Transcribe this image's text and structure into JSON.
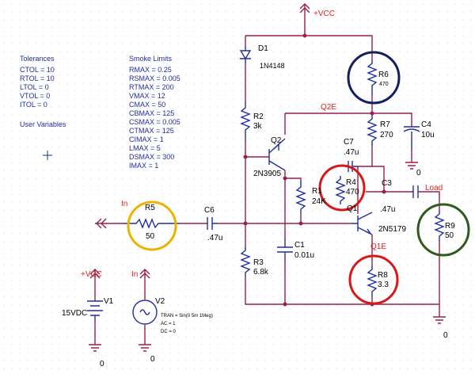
{
  "nets": {
    "vcc_top": "+VCC",
    "q2e": "Q2E",
    "q1e": "Q1E",
    "load": "Load",
    "in": "In",
    "vcc_source": "+VCC",
    "in_source": "In"
  },
  "ground_labels": [
    "0",
    "0",
    "0",
    "0"
  ],
  "components": {
    "d1": {
      "ref": "D1",
      "value": "1N4148"
    },
    "r6": {
      "ref": "R6",
      "value": "470"
    },
    "r2": {
      "ref": "R2",
      "value": "3k"
    },
    "r7": {
      "ref": "R7",
      "value": "270"
    },
    "c4": {
      "ref": "C4",
      "value": "10u"
    },
    "q2": {
      "ref": "Q2",
      "value": "2N3905"
    },
    "c7": {
      "ref": "C7",
      "value": ".47u"
    },
    "r1": {
      "ref": "R1",
      "value": "24K"
    },
    "r4": {
      "ref": "R4",
      "value": "470"
    },
    "c3": {
      "ref": "C3",
      "value": ".47u"
    },
    "q1": {
      "ref": "Q1",
      "value": "2N5179"
    },
    "r5": {
      "ref": "R5",
      "value": "50"
    },
    "c6": {
      "ref": "C6",
      "value": ".47u"
    },
    "r9": {
      "ref": "R9",
      "value": "50"
    },
    "c1": {
      "ref": "C1",
      "value": "0.01u"
    },
    "r3": {
      "ref": "R3",
      "value": "6.8k"
    },
    "r8": {
      "ref": "R8",
      "value": "3.3"
    },
    "v1": {
      "ref": "V1",
      "value": "15VDC"
    },
    "v2": {
      "ref": "V2",
      "attrs": [
        "TRAN = Sin(0 5m 1Meg)",
        "AC = 1",
        "DC = 0"
      ]
    }
  },
  "tolerances": {
    "title": "Tolerances",
    "items": [
      "CTOL = 10",
      "RTOL = 10",
      "LTOL = 0",
      "VTOL = 0",
      "ITOL = 0"
    ]
  },
  "user_variables": {
    "title": "User Variables"
  },
  "smoke_limits": {
    "title": "Smoke Limits",
    "items": [
      "RMAX = 0.25",
      "RSMAX = 0.005",
      "RTMAX = 200",
      "VMAX = 12",
      "CMAX = 50",
      "CBMAX = 125",
      "CSMAX = 0.005",
      "CTMAX = 125",
      "CIMAX = 1",
      "LMAX = 5",
      "DSMAX = 300",
      "IMAX = 1"
    ]
  },
  "highlight_colors": {
    "r6": "#14205e",
    "r4": "#d81818",
    "r8": "#d81818",
    "r5": "#f0b000",
    "r9": "#2e5a1e"
  }
}
